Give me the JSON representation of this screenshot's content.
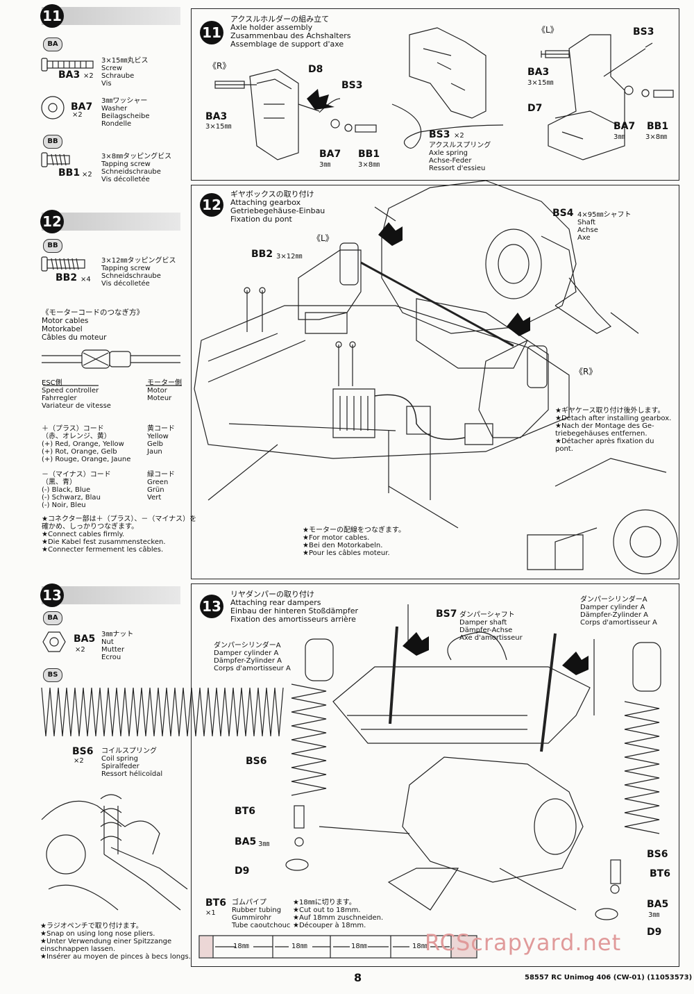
{
  "left": {
    "s11": {
      "num": "11",
      "bag_ba": "BA",
      "bag_bb": "BB",
      "ba3_code": "BA3",
      "ba3_qty": "×2",
      "ba3_desc": "3×15㎜丸ビス\nScrew\nSchraube\nVis",
      "ba7_code": "BA7",
      "ba7_qty": "×2",
      "ba7_desc": "3㎜ワッシャー\nWasher\nBeilagscheibe\nRondelle",
      "bb1_code": "BB1",
      "bb1_qty": "×2",
      "bb1_desc": "3×8㎜タッピングビス\nTapping screw\nSchneidschraube\nVis décolletée"
    },
    "s12": {
      "num": "12",
      "bag_bb": "BB",
      "bb2_code": "BB2",
      "bb2_qty": "×4",
      "bb2_desc": "3×12㎜タッピングビス\nTapping screw\nSchneidschraube\nVis décolletée",
      "motor_title": "《モーターコードのつなぎ方》\nMotor cables\nMotorkabel\nCâbles du moteur",
      "esc_label": "ESC側\nSpeed controller\nFahrregler\nVariateur de vitesse",
      "motor_label": "モーター側\nMotor\nMoteur",
      "plus_label": "＋（プラス）コード\n（赤、オレンジ、黄）\n(+) Red, Orange, Yellow\n(+) Rot, Orange, Gelb\n(+) Rouge, Orange, Jaune",
      "yellow_label": "黄コード\nYellow\nGelb\nJaun",
      "minus_label": "－（マイナス）コード\n（黒、青）\n(-) Black, Blue\n(-) Schwarz, Blau\n(-) Noir, Bleu",
      "green_label": "緑コード\nGreen\nGrün\nVert",
      "note": "★コネクター部は＋（プラス）、－（マイナス）を\n確かめ、しっかりつなぎます。\n★Connect cables firmly.\n★Die Kabel fest zusammenstecken.\n★Connecter fermement les câbles."
    },
    "s13": {
      "num": "13",
      "bag_ba": "BA",
      "bag_bs": "BS",
      "ba5_code": "BA5",
      "ba5_qty": "×2",
      "ba5_desc": "3㎜ナット\nNut\nMutter\nEcrou",
      "bs6_code": "BS6",
      "bs6_qty": "×2",
      "bs6_desc": "コイルスプリング\nCoil spring\nSpiralfeder\nRessort hélicoïdal",
      "note": "★ラジオペンチで取り付けます。\n★Snap on using long nose pliers.\n★Unter Verwendung einer Spitzzange\neinschnappen lassen.\n★Insérer au moyen de pinces à becs longs."
    }
  },
  "p11": {
    "num": "11",
    "title": "アクスルホルダーの組み立て\nAxle holder assembly\nZusammenbau des Achshalters\nAssemblage de support d'axe",
    "r_mark": "《R》",
    "l_mark": "《L》",
    "d8": "D8",
    "d7": "D7",
    "bs3_a": "BS3",
    "bs3_b": "BS3",
    "ba3_a": "BA3",
    "ba3_a_size": "3×15㎜",
    "ba3_b": "BA3",
    "ba3_b_size": "3×15㎜",
    "ba7_a": "BA7",
    "ba7_a_size": "3㎜",
    "bb1_a": "BB1",
    "bb1_a_size": "3×8㎜",
    "ba7_b": "BA7",
    "ba7_b_size": "3㎜",
    "bb1_b": "BB1",
    "bb1_b_size": "3×8㎜",
    "spring_code": "BS3",
    "spring_qty": "×2",
    "spring_desc": "アクスルスプリング\nAxle spring\nAchse-Feder\nRessort d'essieu"
  },
  "p12": {
    "num": "12",
    "title": "ギヤボックスの取り付け\nAttaching gearbox\nGetriebegehäuse-Einbau\nFixation du pont",
    "l_mark": "《L》",
    "r_mark": "《R》",
    "bb2": "BB2",
    "bb2_size": "3×12㎜",
    "bs4": "BS4",
    "bs4_desc": "4×95㎜シャフト\nShaft\nAchse\nAxe",
    "detach_note": "★ギヤケース取り付け後外します。\n★Detach after installing gearbox.\n★Nach der Montage des Ge-\ntriebegehäuses entfernen.\n★Détacher après fixation du\npont.",
    "motor_note": "★モーターの配線をつなぎます。\n★For motor cables.\n★Bei den Motorkabeln.\n★Pour les câbles moteur."
  },
  "p13": {
    "num": "13",
    "title": "リヤダンパーの取り付け\nAttaching rear dampers\nEinbau der hinteren Stoßdämpfer\nFixation des amortisseurs arrière",
    "bs7": "BS7",
    "bs7_desc": "ダンパーシャフト\nDamper shaft\nDämpfer-Achse\nAxe d'amortisseur",
    "cyl_left": "ダンパーシリンダーA\nDamper cylinder A\nDämpfer-Zylinder A\nCorps d'amortisseur A",
    "cyl_right": "ダンパーシリンダーA\nDamper cylinder A\nDämpfer-Zylinder A\nCorps d'amortisseur A",
    "bs6_l": "BS6",
    "bt6_l": "BT6",
    "ba5_l": "BA5",
    "ba5_l_size": "3㎜",
    "d9_l": "D9",
    "bs6_r": "BS6",
    "bt6_r": "BT6",
    "ba5_r": "BA5",
    "ba5_r_size": "3㎜",
    "d9_r": "D9",
    "bt6_code": "BT6",
    "bt6_qty": "×1",
    "bt6_desc": "ゴムパイプ\nRubber tubing\nGummirohr\nTube caoutchouc",
    "cut_note": "★18㎜に切ります。\n★Cut out to 18mm.\n★Auf 18mm zuschneiden.\n★Découper à 18mm.",
    "ruler": [
      "18㎜",
      "18㎜",
      "18㎜",
      "18㎜"
    ]
  },
  "footer": {
    "page": "8",
    "product": "58557  RC Unimog 406 (CW-01) (11053573)",
    "watermark": "RCScrapyard.net"
  }
}
